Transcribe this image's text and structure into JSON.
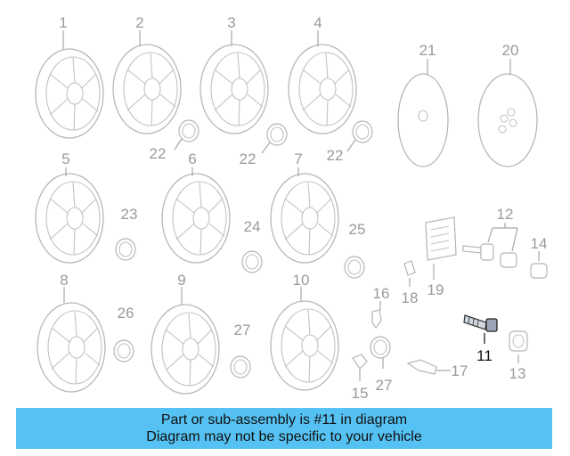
{
  "callouts": {
    "c1": "1",
    "c2": "2",
    "c3": "3",
    "c4": "4",
    "c5": "5",
    "c6": "6",
    "c7": "7",
    "c8": "8",
    "c9": "9",
    "c10": "10",
    "c11": "11",
    "c12": "12",
    "c13": "13",
    "c14": "14",
    "c15": "15",
    "c16": "16",
    "c17": "17",
    "c18": "18",
    "c19": "19",
    "c20": "20",
    "c21": "21",
    "c22a": "22",
    "c22b": "22",
    "c22c": "22",
    "c23": "23",
    "c24": "24",
    "c25": "25",
    "c26": "26",
    "c27a": "27",
    "c27b": "27"
  },
  "highlight": {
    "part": "11",
    "color": "#111111"
  },
  "banner": {
    "line1": "Part or sub-assembly is #11 in diagram",
    "line2": "Diagram may not be specific to your vehicle",
    "color": "#55c2f3"
  }
}
